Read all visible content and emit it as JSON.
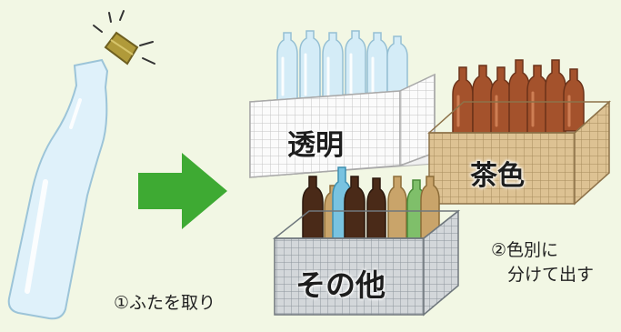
{
  "labels": {
    "clear": "透明",
    "brown": "茶色",
    "other": "その他"
  },
  "steps": {
    "step1": "①ふたを取り",
    "step2_line1": "②色別に",
    "step2_line2": "分けて出す"
  },
  "icons": {
    "bottle": "glass-bottle-icon",
    "cap": "bottle-cap-icon",
    "arrow": "right-arrow-icon"
  },
  "colors": {
    "background": "#f2f7e4",
    "arrow": "#3eaa33",
    "cap": "#b09a3a",
    "clear_bottle": "#bfe4f5",
    "brown_bottle": "#a4522c",
    "dark_bottle": "#4a2a18",
    "crate_white": "#f5f5f5",
    "crate_tan": "#d9bc8c",
    "crate_gray": "#cfd3d6"
  }
}
